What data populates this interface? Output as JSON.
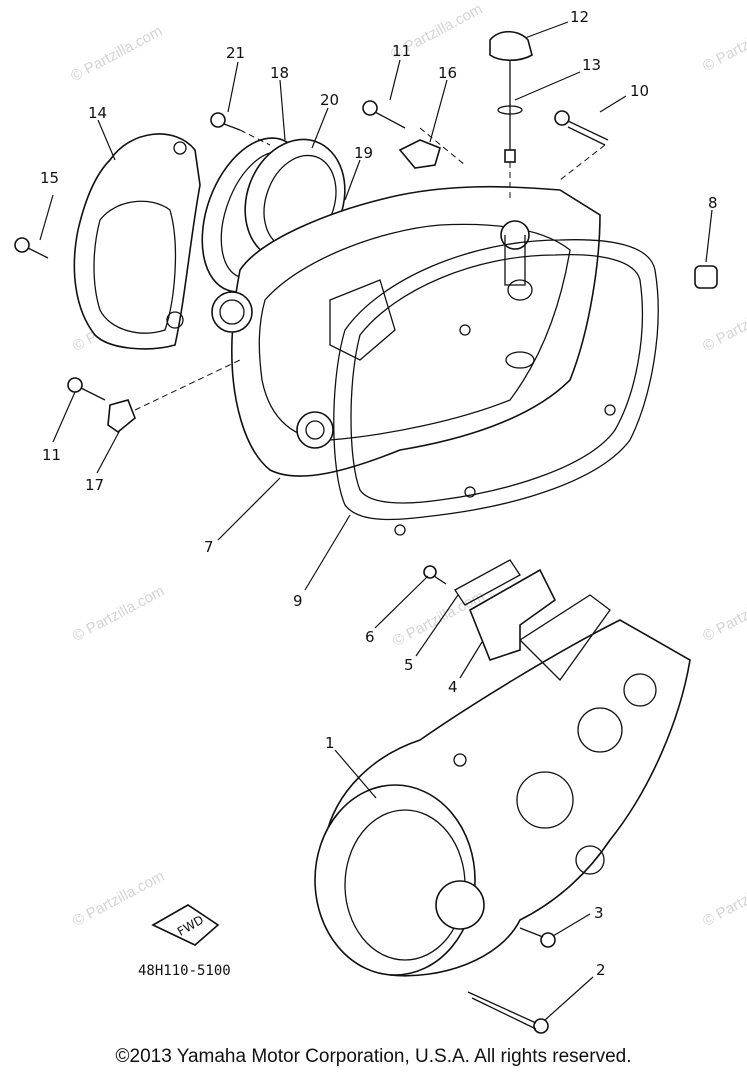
{
  "watermark_text": "© Partzilla.com",
  "diagram_code": "48H110-5100",
  "fwd_label": "FWD",
  "callouts": {
    "c1": "1",
    "c2": "2",
    "c3": "3",
    "c4": "4",
    "c5": "5",
    "c6": "6",
    "c7": "7",
    "c8": "8",
    "c9": "9",
    "c10": "10",
    "c11a": "11",
    "c11b": "11",
    "c12": "12",
    "c13": "13",
    "c14": "14",
    "c15": "15",
    "c16": "16",
    "c17": "17",
    "c18": "18",
    "c19": "19",
    "c20": "20",
    "c21": "21"
  },
  "copyright": "©2013  Yamaha Motor Corporation, U.S.A. All rights reserved."
}
